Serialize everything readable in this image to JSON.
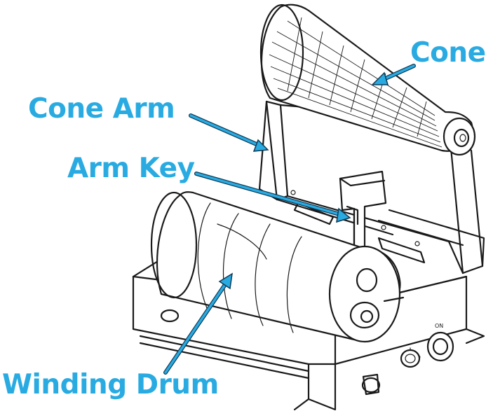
{
  "callouts": {
    "cone": "Cone",
    "cone_arm": "Cone Arm",
    "arm_key": "Arm Key",
    "winding_drum": "Winding Drum"
  },
  "panel_labels": {
    "switch": "ON"
  },
  "colors": {
    "callout": "#29abe2",
    "arrow": "#29abe2",
    "arrow_outline": "#0d3a55",
    "line_art": "#1a1a1a",
    "background": "#ffffff"
  }
}
